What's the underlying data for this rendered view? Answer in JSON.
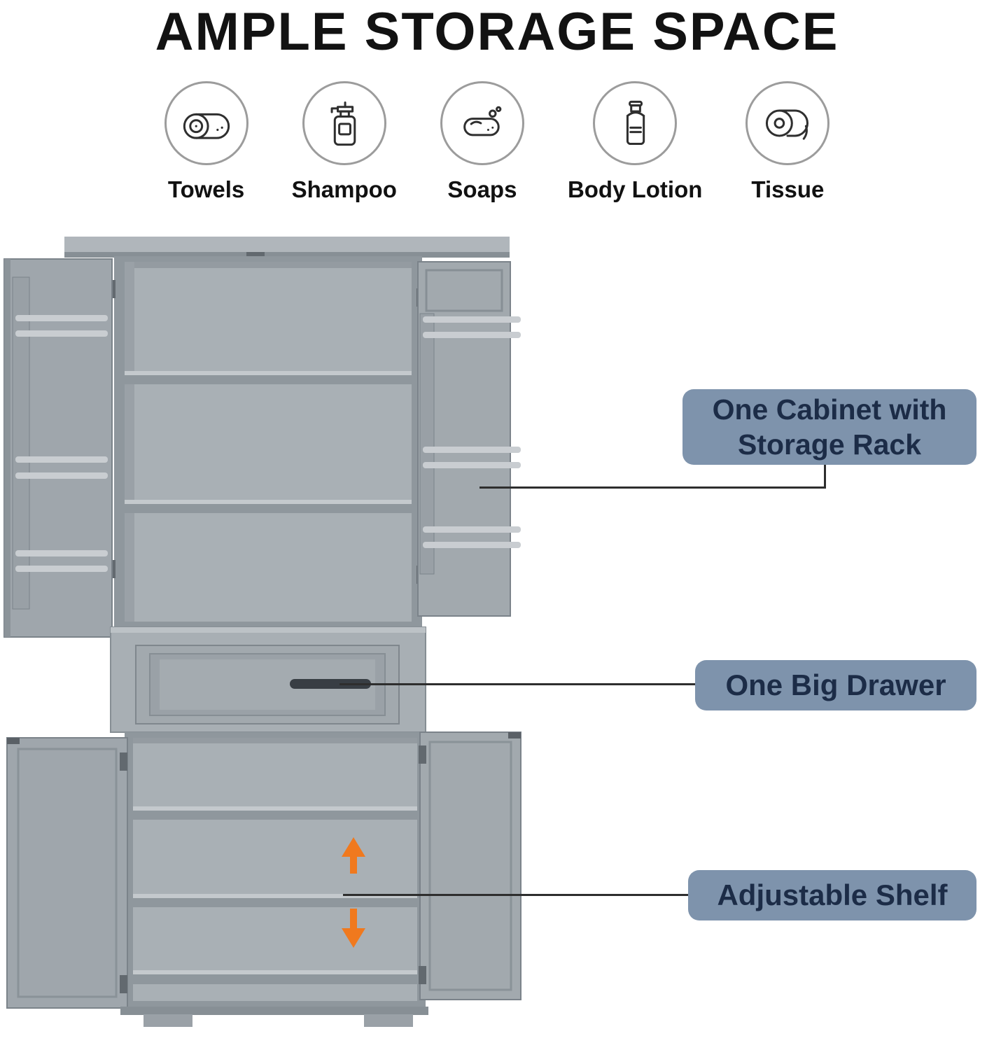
{
  "title": "AMPLE STORAGE SPACE",
  "features": [
    {
      "label": "Towels",
      "icon": "towel-icon"
    },
    {
      "label": "Shampoo",
      "icon": "shampoo-bottle-icon"
    },
    {
      "label": "Soaps",
      "icon": "soap-icon"
    },
    {
      "label": "Body Lotion",
      "icon": "lotion-bottle-icon"
    },
    {
      "label": "Tissue",
      "icon": "tissue-roll-icon"
    }
  ],
  "callouts": [
    {
      "line1": "One Cabinet with",
      "line2": "Storage Rack"
    },
    {
      "line1": "One Big Drawer"
    },
    {
      "line1": "Adjustable Shelf"
    }
  ],
  "colors": {
    "callout_bg": "#7E93AC",
    "callout_text": "#1C2C47",
    "cabinet_gray": "#9EA5AB",
    "cabinet_interior": "#A9B0B5",
    "rail_silver": "#C9CDD1",
    "accent_orange": "#F0791E",
    "connector_line": "#2E2E2E"
  }
}
